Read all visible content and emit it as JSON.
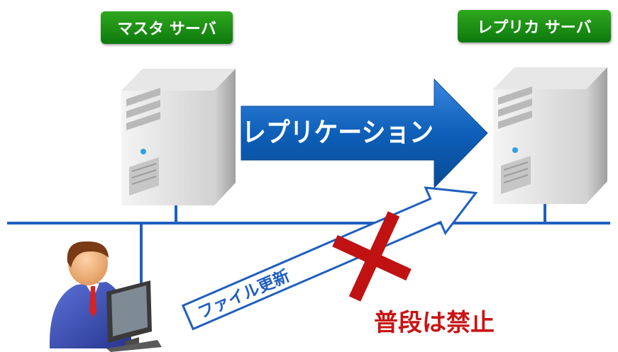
{
  "master_server": {
    "label": "マスタ サーバ"
  },
  "replica_server": {
    "label": "レプリカ サーバ"
  },
  "replication_arrow": {
    "label": "レプリケーション"
  },
  "file_update_arrow": {
    "label": "ファイル更新"
  },
  "prohibited_note": {
    "label": "普段は禁止"
  },
  "colors": {
    "label_green": "#139013",
    "network_blue": "#1f5fbf",
    "arrow_blue": "#0d5fb8",
    "cross_red": "#c01212",
    "note_red": "#c91414"
  },
  "icons": {
    "master_server": "server-tower-icon",
    "replica_server": "server-tower-icon",
    "user": "user-at-computer-icon",
    "cross": "prohibited-cross-icon"
  }
}
